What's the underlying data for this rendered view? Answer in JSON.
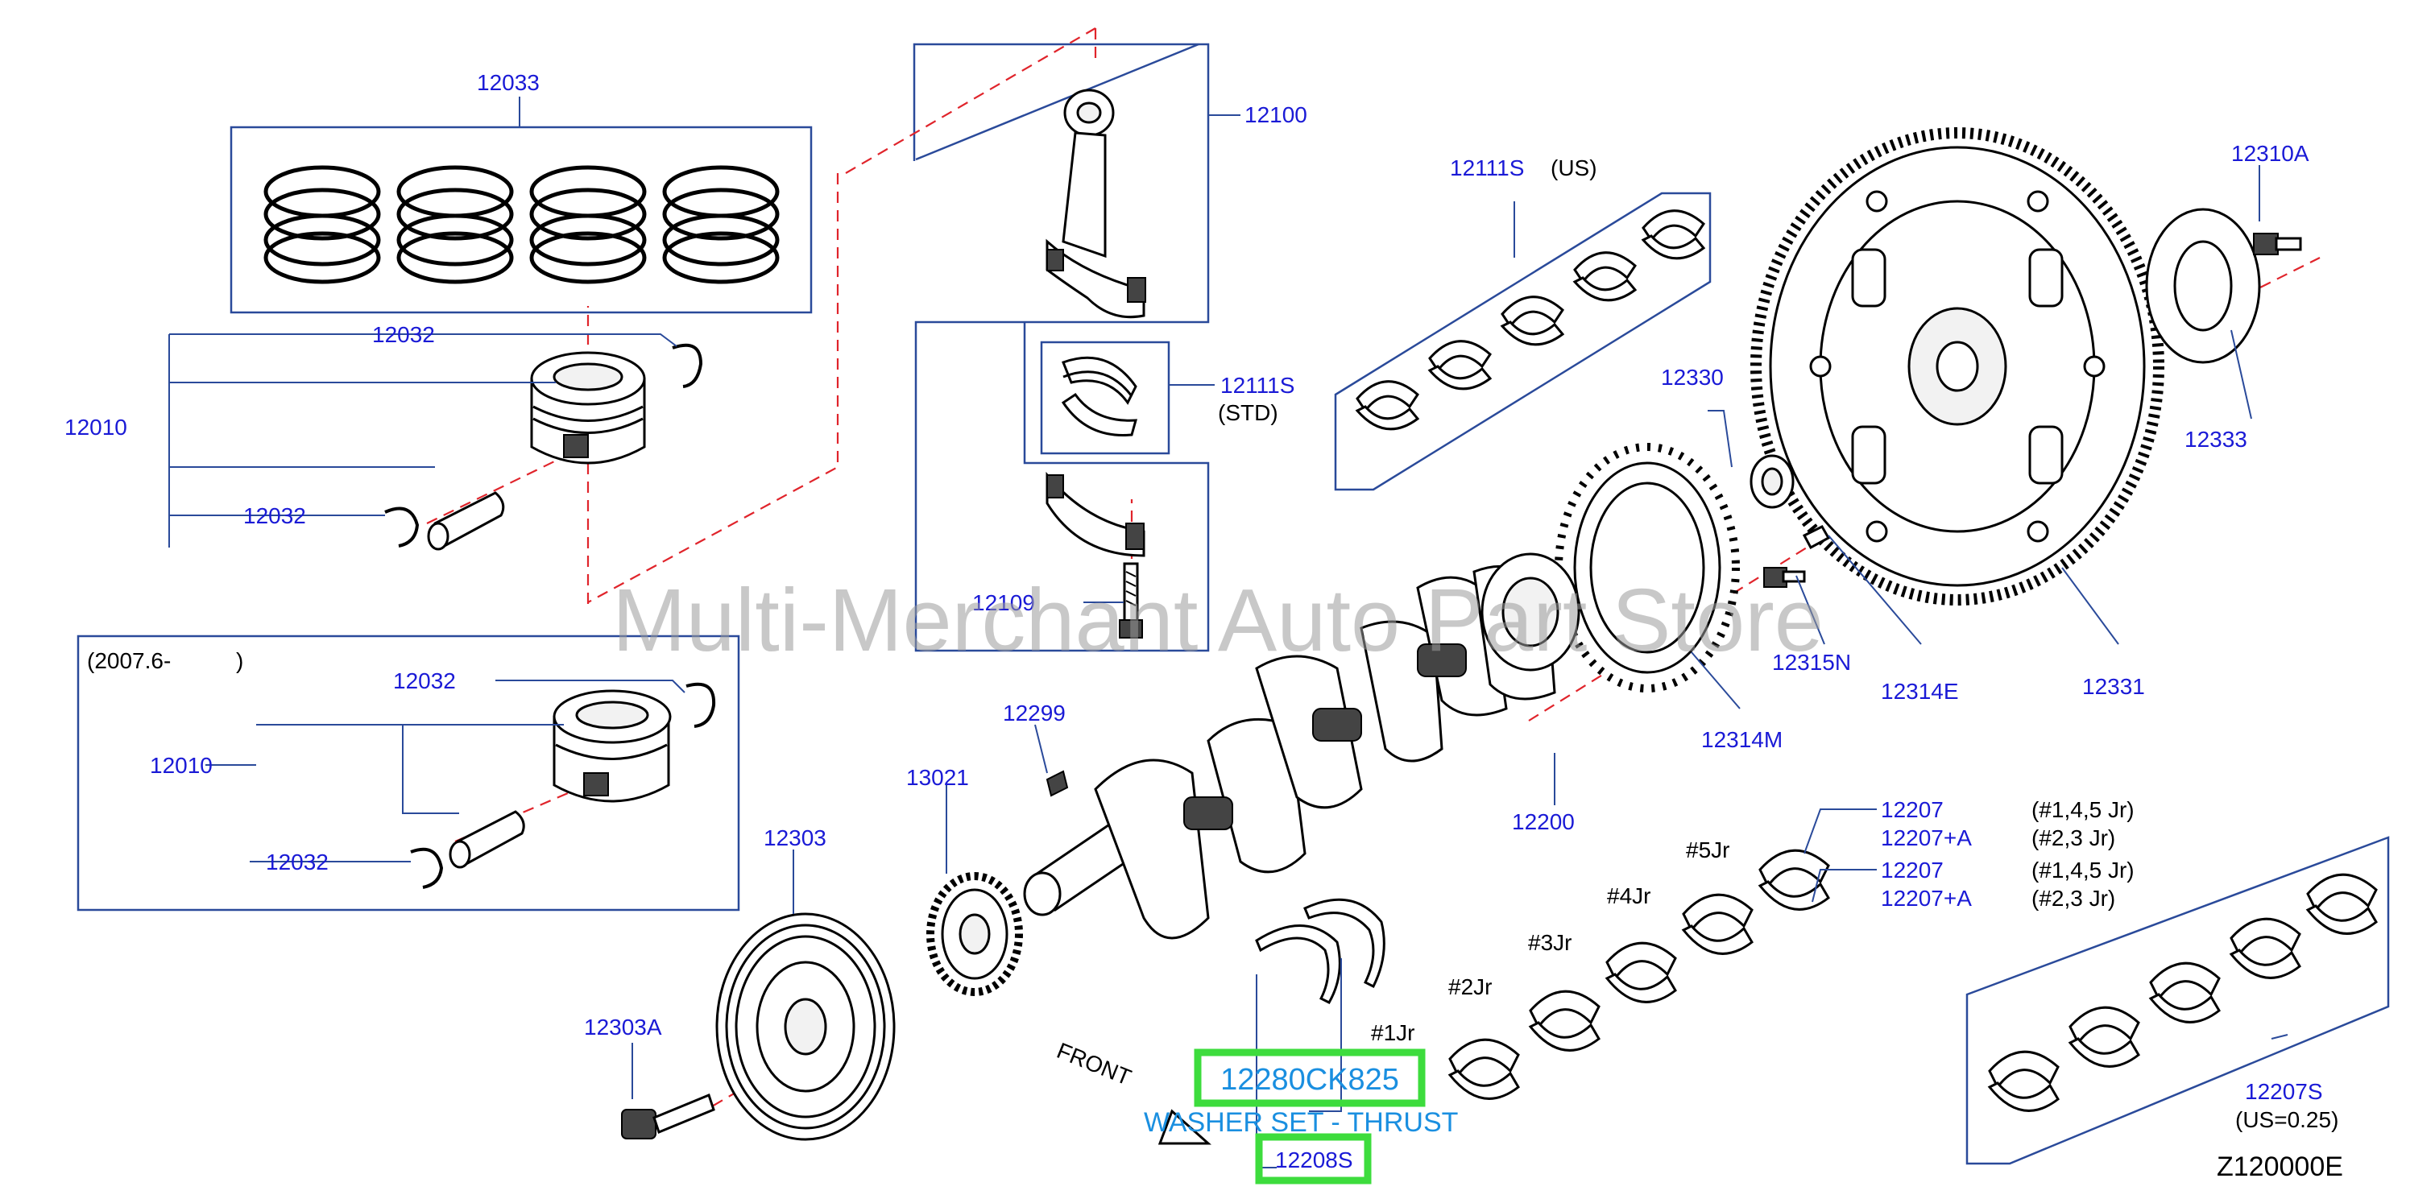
{
  "labels": {
    "p12033": "12033",
    "p12100": "12100",
    "p12111S_us": "12111S",
    "p12111S_us_note": "(US)",
    "p12310A": "12310A",
    "p12032_a": "12032",
    "p12010_a": "12010",
    "p12032_b": "12032",
    "p12111S_std": "12111S",
    "p12111S_std_note": "(STD)",
    "p12330": "12330",
    "p12333": "12333",
    "p12109": "12109",
    "p12315N": "12315N",
    "p12314E": "12314E",
    "p12331": "12331",
    "p12314M": "12314M",
    "date_note": "(2007.6-",
    "date_close": ")",
    "p12032_c": "12032",
    "p12010_b": "12010",
    "p12032_d": "12032",
    "p12299": "12299",
    "p13021": "13021",
    "p12303": "12303",
    "p12200": "12200",
    "p12207_1": "12207",
    "p12207A_1": "12207+A",
    "p12207_2": "12207",
    "p12207A_2": "12207+A",
    "jr_145_1": "(#1,4,5   Jr)",
    "jr_23_1": "(#2,3   Jr)",
    "jr_145_2": "(#1,4,5   Jr)",
    "jr_23_2": "(#2,3   Jr)",
    "j5": "#5Jr",
    "j4": "#4Jr",
    "j3": "#3Jr",
    "j2": "#2Jr",
    "j1": "#1Jr",
    "p12303A": "12303A",
    "front": "FRONT",
    "p12207S": "12207S",
    "us025": "(US=0.25)",
    "diagram_code": "Z120000E"
  },
  "highlight": {
    "part_number": "12280CK825",
    "part_name": "WASHER SET - THRUST",
    "ref": "12208S"
  },
  "watermark": "Multi-Merchant Auto Part Store",
  "colors": {
    "label": "#1a1ad6",
    "leader": "#2a4a9a",
    "dash": "#e0242b",
    "highlight_border": "#3ddc3d",
    "highlight_text": "#1a8fe0",
    "watermark": "#9a9a9a"
  }
}
